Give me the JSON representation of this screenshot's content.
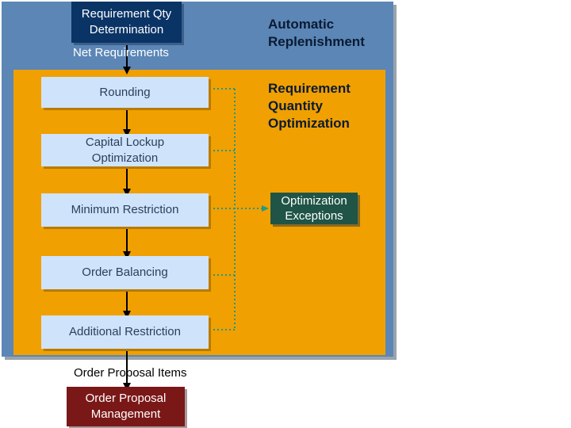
{
  "diagram": {
    "outer_title": [
      "Automatic",
      "Replenishment"
    ],
    "inner_title": [
      "Requirement",
      "Quantity",
      "Optimization"
    ],
    "top_box": [
      "Requirement Qty",
      "Determination"
    ],
    "net_requirements": "Net Requirements",
    "steps": [
      [
        "Rounding"
      ],
      [
        "Capital Lockup",
        "Optimization"
      ],
      [
        "Minimum Restriction"
      ],
      [
        "Order Balancing"
      ],
      [
        "Additional Restriction"
      ]
    ],
    "exceptions_box": [
      "Optimization",
      "Exceptions"
    ],
    "order_proposal_items": "Order Proposal Items",
    "bottom_box": [
      "Order Proposal",
      "Management"
    ]
  },
  "colors": {
    "outer_panel": "#5b86b6",
    "inner_panel": "#f0a000",
    "step_box": "#cfe4fb",
    "top_box": "#0b3466",
    "bottom_box": "#7a1818",
    "exceptions_box": "#1f5446",
    "dotted_connector": "#1f9a8a"
  }
}
